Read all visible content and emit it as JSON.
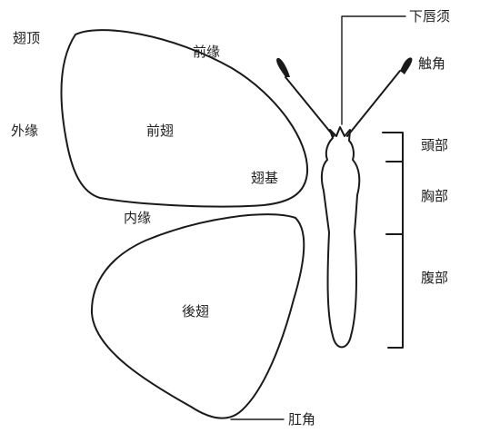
{
  "labels": {
    "wing_apex": "翅顶",
    "front_margin": "前缘",
    "outer_margin": "外缘",
    "forewing": "前翅",
    "wing_base": "翅基",
    "inner_margin": "内缘",
    "hindwing": "後翅",
    "anal_angle": "肛角",
    "labial_palp": "下唇须",
    "antenna": "触角",
    "head": "頭部",
    "thorax": "胸部",
    "abdomen": "腹部"
  },
  "colors": {
    "line": "#1a1a1a",
    "background": "#ffffff"
  }
}
